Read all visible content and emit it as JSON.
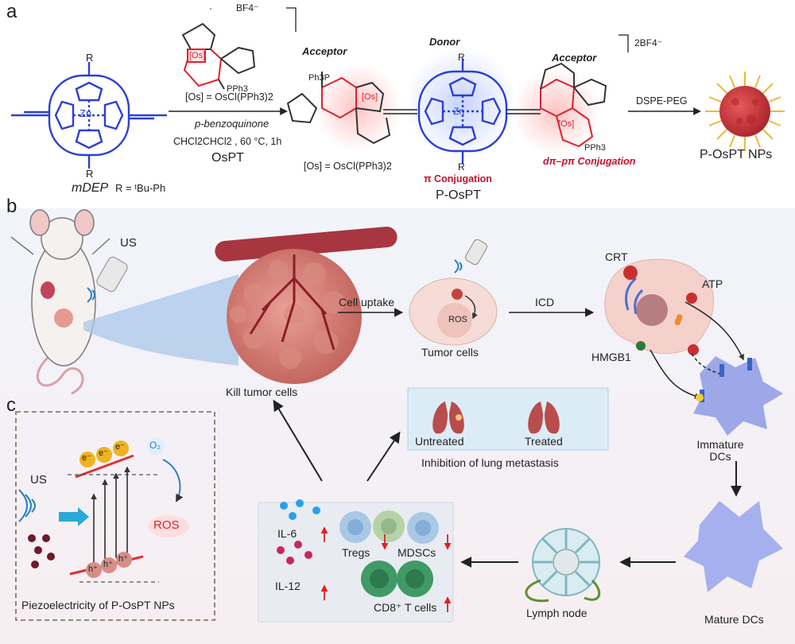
{
  "panels": {
    "a": "a",
    "b": "b",
    "c": "c"
  },
  "synthesis": {
    "reactant_name": "mDEP",
    "r_group": "R = ᵗBu-Ph",
    "r_label": "R",
    "complex_counterion": "BF4⁻",
    "metal_label": "[Os]",
    "metal_definition": "[Os] = OsCl(PPh3)2",
    "oxidant": "p-benzoquinone",
    "conditions": "CHCl2CHCl2 , 60 °C, 1h",
    "reagent_name": "OsPT",
    "product_name": "P-OsPT",
    "product_counterion": "2BF4⁻",
    "acceptor_label": "Acceptor",
    "donor_label": "Donor",
    "pi_conjugation": "π Conjugation",
    "dp_conjugation": "dπ–pπ Conjugation",
    "pph3": "PPh3",
    "ph3p": "Ph3P",
    "zn": "Zn",
    "formulation": "DSPE-PEG",
    "nanoparticle_name": "P-OsPT NPs"
  },
  "mechanism": {
    "us": "US",
    "kill": "Kill tumor cells",
    "cell_uptake": "Cell uptake",
    "ros": "ROS",
    "tumor_cells": "Tumor cells",
    "icd": "ICD",
    "crt": "CRT",
    "atp": "ATP",
    "hmgb1": "HMGB1",
    "immature_dcs": "Immature DCs",
    "mature_dcs": "Mature DCs",
    "lymph_node": "Lymph node",
    "untreated": "Untreated",
    "treated": "Treated",
    "lung_metastasis": "Inhibition of lung metastasis",
    "il6": "IL-6",
    "il12": "IL-12",
    "tregs": "Tregs",
    "mdscs": "MDSCs",
    "cd8": "CD8⁺ T cells"
  },
  "piezo": {
    "us": "US",
    "o2": "O₂",
    "ros": "ROS",
    "electron": "e⁻",
    "hole": "h⁺",
    "caption": "Piezoelectricity of P-OsPT NPs"
  },
  "colors": {
    "porphyrin": "#2b3fd6",
    "osmium_ring": "#e0202a",
    "tumor": "#c8685c",
    "dc_cell": "#9ea8e8",
    "t_cell": "#3f9a66",
    "highlight_red": "#c8102e"
  }
}
